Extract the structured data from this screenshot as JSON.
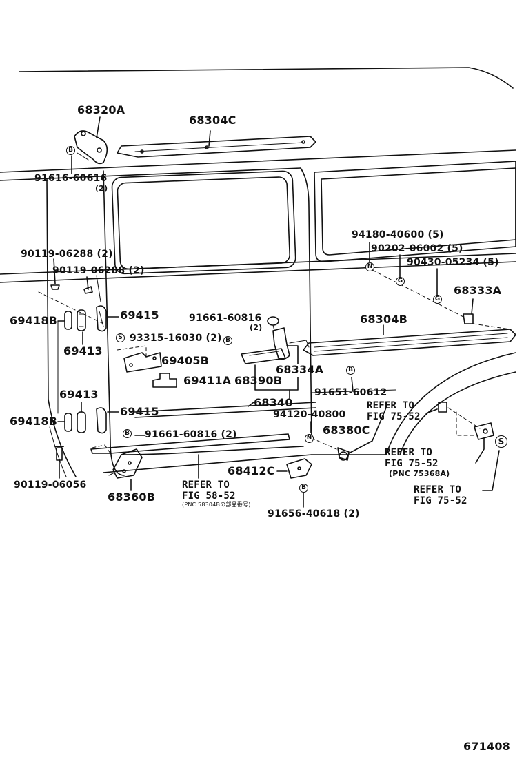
{
  "diagram": {
    "drawing_number": "671408",
    "part_labels": {
      "p68320A": "68320A",
      "p68304C": "68304C",
      "p91616": "91616-60616",
      "p91616q": "(2)",
      "p94180": "94180-40600 (5)",
      "p90202": "90202-06002 (5)",
      "p90430": "90430-05234 (5)",
      "p68333A": "68333A",
      "p90119a": "90119-06288 (2)",
      "p90119b": "90119-06288 (2)",
      "p69418Ba": "69418B",
      "p69415a": "69415",
      "p91661a": "91661-60816",
      "p91661aq": "(2)",
      "p68304B": "68304B",
      "p69413a": "69413",
      "p93315": "93315-16030 (2)",
      "p69405B": "69405B",
      "p68334A": "68334A",
      "p69411A": "69411A",
      "p68390B": "68390B",
      "p91651": "91651-60612",
      "p69413b": "69413",
      "p68340": "68340",
      "p69415b": "69415",
      "p94120": "94120-40800",
      "p69418Bb": "69418B",
      "p68380C": "68380C",
      "p91661b": "91661-60816 (2)",
      "p68412C": "68412C",
      "p90119c": "90119-06056",
      "p68360B": "68360B",
      "p91656": "91656-40618 (2)"
    },
    "references": {
      "r1a": "REFER TO",
      "r1b": "FIG 75-52",
      "r2a": "REFER TO",
      "r2b": "FIG 75-52",
      "r2c": "(PNC 75368A)",
      "r3a": "REFER TO",
      "r3b": "FIG 75-52",
      "r4a": "REFER TO",
      "r4b": "FIG 58-52",
      "r4c": "(PNC 58304Bの部品番号)"
    },
    "markers": {
      "b": "B",
      "s": "S",
      "n": "N",
      "g": "G"
    }
  }
}
